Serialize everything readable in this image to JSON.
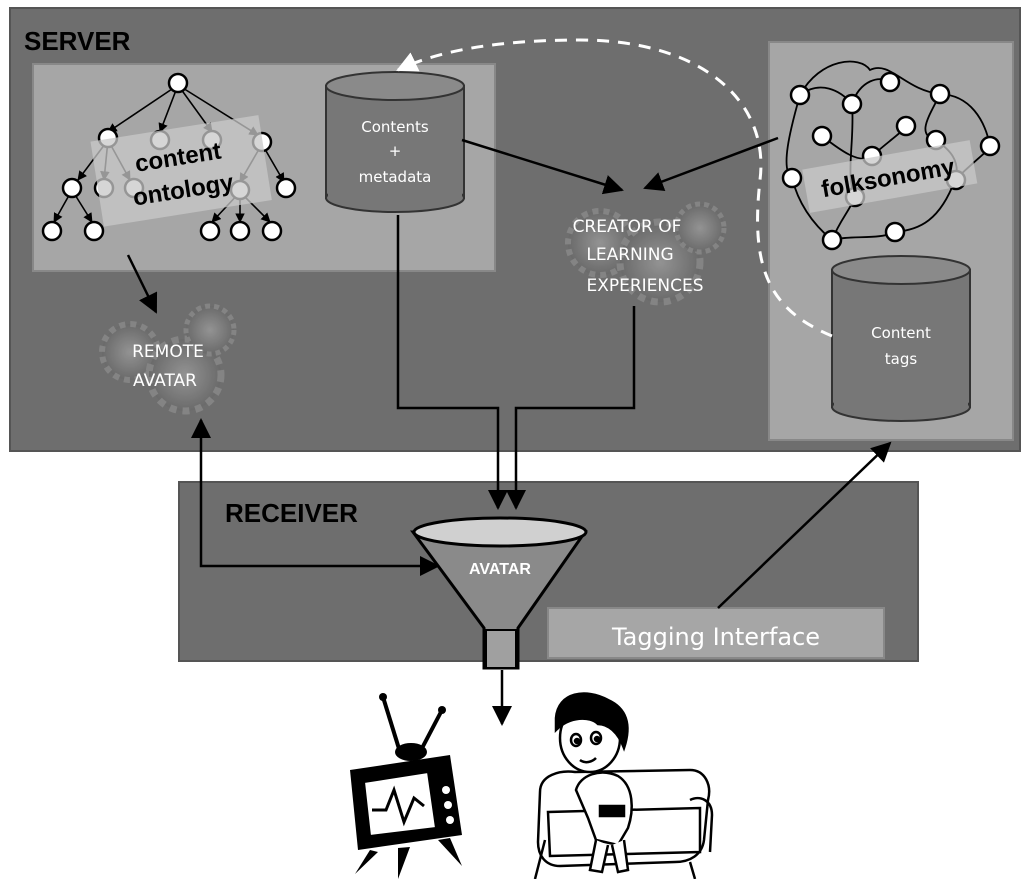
{
  "server": {
    "title": "SERVER"
  },
  "receiver": {
    "title": "RECEIVER"
  },
  "ontology": {
    "line1": "content",
    "line2": "ontology"
  },
  "contents_db": {
    "line1": "Contents",
    "line2": "+",
    "line3": "metadata"
  },
  "creator": {
    "line1": "CREATOR OF",
    "line2": "LEARNING",
    "line3": "EXPERIENCES"
  },
  "remote_avatar": {
    "line1": "REMOTE",
    "line2": "AVATAR"
  },
  "folksonomy": {
    "label": "folksonomy"
  },
  "tags_db": {
    "line1": "Content",
    "line2": "tags"
  },
  "avatar": {
    "label": "AVATAR"
  },
  "tagging": {
    "label": "Tagging Interface"
  },
  "colors": {
    "server_bg": "#6e6e6e",
    "panel_bg": "#a6a6a6",
    "db_fill": "#777777",
    "receiver_bg": "#6e6e6e",
    "tag_if_bg": "#a6a6a6",
    "white": "#ffffff",
    "black": "#000000"
  }
}
